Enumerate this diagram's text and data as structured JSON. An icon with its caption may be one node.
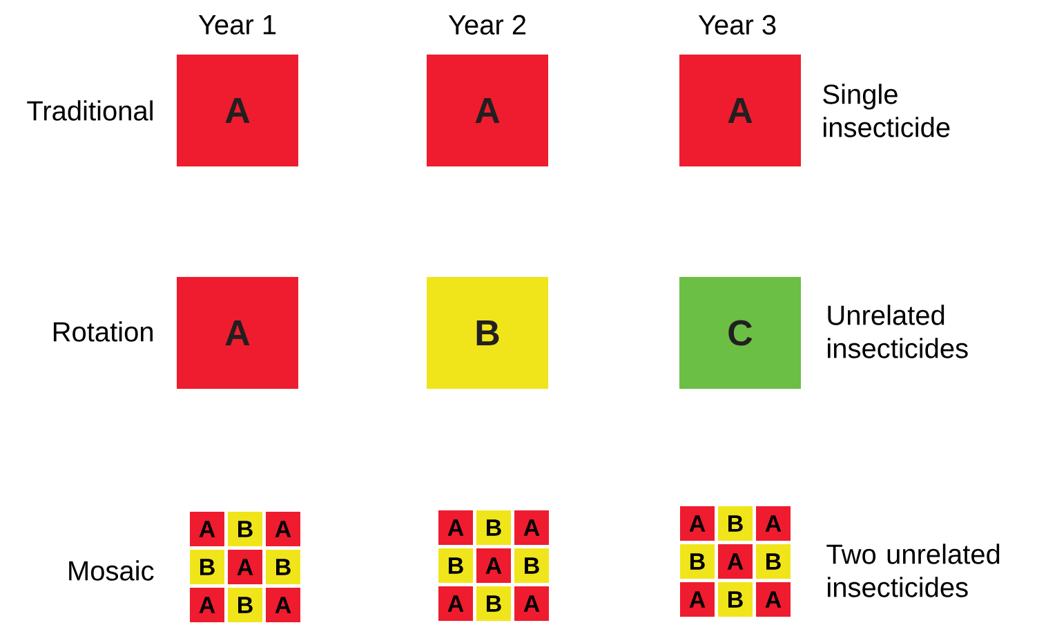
{
  "diagram": {
    "nodes": [
      {
        "text": [
          "A"
        ]
      },
      {
        "text": [
          "A"
        ]
      },
      {
        "text": [
          "A"
        ]
      },
      {
        "text": [
          "A"
        ]
      },
      {
        "text": [
          "B"
        ]
      },
      {
        "text": [
          "C"
        ]
      },
      {
        "text": [
          "A"
        ]
      },
      {
        "text": [
          "B"
        ]
      },
      {
        "text": [
          "A"
        ]
      },
      {
        "text": [
          "B"
        ]
      },
      {
        "text": [
          "A"
        ]
      },
      {
        "text": [
          "B"
        ]
      },
      {
        "text": [
          "A"
        ]
      },
      {
        "text": [
          "B"
        ]
      },
      {
        "text": [
          "A"
        ]
      },
      {
        "text": [
          "A"
        ]
      },
      {
        "text": [
          "B"
        ]
      },
      {
        "text": [
          "A"
        ]
      },
      {
        "text": [
          "B"
        ]
      },
      {
        "text": [
          "A"
        ]
      },
      {
        "text": [
          "B"
        ]
      },
      {
        "text": [
          "A"
        ]
      },
      {
        "text": [
          "B"
        ]
      },
      {
        "text": [
          "A"
        ]
      },
      {
        "text": [
          "A"
        ]
      },
      {
        "text": [
          "B"
        ]
      },
      {
        "text": [
          "A"
        ]
      },
      {
        "text": [
          "B"
        ]
      },
      {
        "text": [
          "A"
        ]
      },
      {
        "text": [
          "B"
        ]
      },
      {
        "text": [
          "A"
        ]
      },
      {
        "text": [
          "B"
        ]
      },
      {
        "text": [
          "A"
        ]
      }
    ],
    "labels": [
      "Year 1",
      "Year 2",
      "Year 3",
      "Traditional",
      "Single insecticide",
      "Rotation",
      "Unrelated insecticides",
      "Mosaic",
      "Two unrelated insecticides"
    ]
  }
}
